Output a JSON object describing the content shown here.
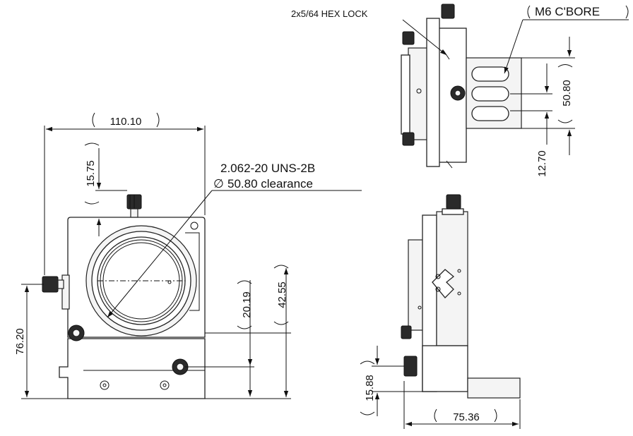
{
  "front_view": {
    "width": "110.10",
    "top_offset": "15.75",
    "thread_spec": "2.062-20 UNS-2B",
    "clearance": "50.80 clearance",
    "diameter_symbol": "∅",
    "height_total": "76.20",
    "center_height": "42.55",
    "adjuster_height": "20.19"
  },
  "side_view_top": {
    "hex_lock": "2x5/64 HEX  LOCK",
    "counterbore": "M6 C'BORE",
    "slot_pitch": "50.80",
    "slot_offset": "12.70"
  },
  "side_view_bottom": {
    "depth": "75.36",
    "adjuster_height": "15.88"
  }
}
